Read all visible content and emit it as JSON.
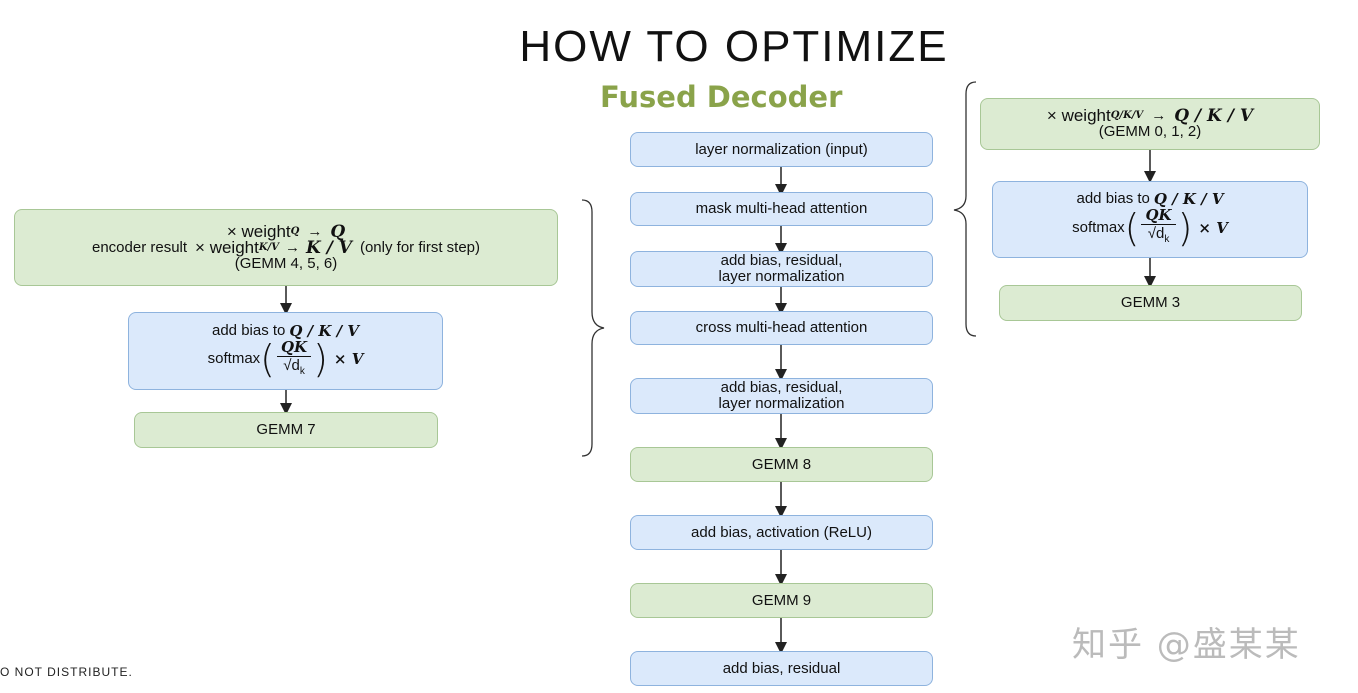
{
  "title": "HOW TO OPTIMIZE",
  "subtitle": "Fused Decoder",
  "center_steps": [
    "layer normalization (input)",
    "mask multi-head attention",
    "add bias, residual,",
    "layer normalization",
    "cross multi-head attention",
    "add bias, residual,",
    "layer normalization",
    "GEMM 8",
    "add bias, activation (ReLU)",
    "GEMM 9",
    "add bias, residual"
  ],
  "left": {
    "box1_line1_prefix": "× weight",
    "box1_line1_sub": "Q",
    "box1_line1_arrow": "→",
    "box1_line1_result": "Q",
    "box1_line2_prefix": "encoder result",
    "box1_line2_times": "× weight",
    "box1_line2_sub": "K/V",
    "box1_line2_arrow": "→",
    "box1_line2_result": "K / V",
    "box1_line2_note": "(only for first step)",
    "box1_line3": "(GEMM 4, 5, 6)",
    "box2_line1_text": "add bias to",
    "box2_line1_math": "Q / K / V",
    "box2_softmax": "softmax",
    "box2_num": "QK",
    "box2_den": "√d",
    "box2_den_sub": "k",
    "box2_times": "× V",
    "box3": "GEMM 7"
  },
  "right": {
    "box1_line1_prefix": "× weight",
    "box1_line1_sub": "Q/K/V",
    "box1_line1_arrow": "→",
    "box1_line1_result": "Q / K / V",
    "box1_line2": "(GEMM 0, 1, 2)",
    "box2_line1_text": "add bias to",
    "box2_line1_math": "Q / K / V",
    "box2_softmax": "softmax",
    "box2_num": "QK",
    "box2_den": "√d",
    "box2_den_sub": "k",
    "box2_times": "× V",
    "box3": "GEMM 3"
  },
  "footer": "O NOT DISTRIBUTE.",
  "watermark": "知乎 @盛某某",
  "colors": {
    "blue_fill": "#dbe9fb",
    "blue_border": "#8eb3de",
    "green_fill": "#dcebd2",
    "green_border": "#a8c796",
    "subtitle": "#8aa34a"
  }
}
